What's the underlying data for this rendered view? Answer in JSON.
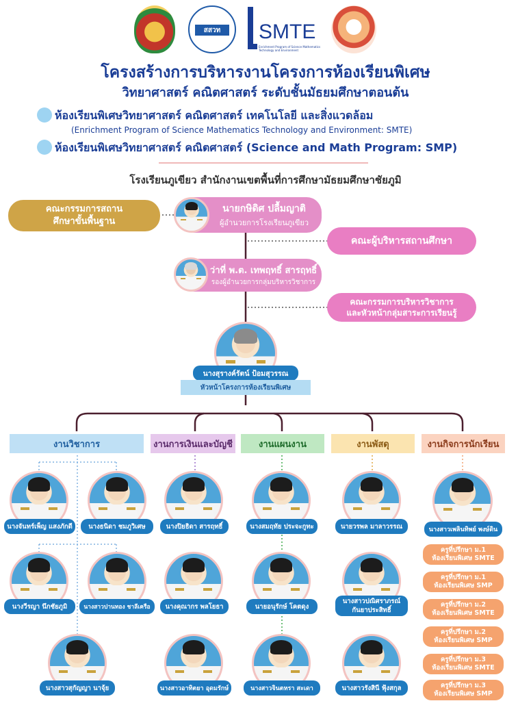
{
  "header": {
    "logos": [
      {
        "name": "obec-emblem-logo",
        "color": "#c2352a"
      },
      {
        "name": "ipst-logo",
        "color": "#1f5aa8",
        "text": "สสวท"
      },
      {
        "name": "smte-logo",
        "color": "#1a3d96",
        "text": "SMTE"
      },
      {
        "name": "school-emblem-logo",
        "color": "#d94f3b"
      }
    ],
    "smte_caption": "Enrichment Program of Science Mathematics Technology and Environment",
    "title_line1": "โครงสร้างการบริหารงานโครงการห้องเรียนพิเศษ",
    "title_line2": "วิทยาศาสตร์ คณิตศาสตร์ ระดับชั้นมัธยมศึกษาตอนต้น",
    "program1_th": "ห้องเรียนพิเศษวิทยาศาสตร์ คณิตศาสตร์ เทคโนโลยี และสิ่งแวดล้อม",
    "program1_en": "(Enrichment Program of Science Mathematics Technology and Environment: SMTE)",
    "program2_th": "ห้องเรียนพิเศษวิทยาศาสตร์ คณิตศาสตร์ (Science and Math Program: SMP)",
    "school": "โรงเรียนภูเขียว  สำนักงานเขตพื้นที่การศึกษามัธยมศึกษาชัยภูมิ"
  },
  "board": {
    "line1": "คณะกรรมการสถาน",
    "line2": "ศึกษาขั้นพื้นฐาน"
  },
  "director": {
    "name": "นายกษิดิศ ปลื้มญาติ",
    "role": "ผู้อำนวยการโรงเรียนภูเขียว"
  },
  "admin_committee": "คณะผู้บริหารสถานศึกษา",
  "deputy": {
    "name": "ว่าที่ พ.ต. เทพฤทธิ์ สารฤทธิ์",
    "role": "รองผู้อำนวยการกลุ่มบริหารวิชาการ"
  },
  "academic_committee": {
    "line1": "คณะกรรมการบริหารวิชาการ",
    "line2": "และหัวหน้ากลุ่มสาระการเรียนรู้"
  },
  "head": {
    "name": "นางสุรางค์รัตน์ ป้อมสุวรรณ",
    "role": "หัวหน้าโครงการห้องเรียนพิเศษ"
  },
  "departments": [
    {
      "label": "งานวิชาการ",
      "bg": "#bfe0f5",
      "color": "#1f5fa0"
    },
    {
      "label": "งานการเงินและบัญชี",
      "bg": "#e6c8ec",
      "color": "#5a2a6a"
    },
    {
      "label": "งานแผนงาน",
      "bg": "#bfe8c2",
      "color": "#1d6b2a"
    },
    {
      "label": "งานพัสดุ",
      "bg": "#fbe4b0",
      "color": "#8a5a14"
    },
    {
      "label": "งานกิจการนักเรียน",
      "bg": "#fbd3c0",
      "color": "#8a3a1a"
    }
  ],
  "staff": {
    "academic": [
      "นางจันทร์เพ็ญ แสงภักดี",
      "นางธนิดา ชมภูวิเศษ",
      "นางวีรญา นึกชัยภูมิ",
      "นางสาวปานทอง ชาลีเครือ",
      "นางสาวสุกัญญา นาจุ้ย"
    ],
    "finance": [
      "นางปิยธิดา สารฤทธิ์",
      "นางคุณากร พลโยธา",
      "นางสาวอาทิตยา อุดมรักษ์"
    ],
    "planning": [
      "นางสมฤทัย ประจะกูทะ",
      "นายอนุรักษ์ โคตดุง",
      "นางสาวจินตหรา สะเดา"
    ],
    "supply": [
      {
        "line1": "นายวรพล มาลาวรรณ"
      },
      {
        "line1": "นางสาวปณิศราภรณ์",
        "line2": "กันยาประสิทธิ์"
      },
      {
        "line1": "นางสาวรังสินี ฟุ้งสกุล"
      }
    ],
    "student_affairs": [
      "นางสาวเพลินทิพย์ พงษ์ดิน"
    ]
  },
  "advisors": [
    {
      "line1": "ครูที่ปรึกษา ม.1",
      "line2": "ห้องเรียนพิเศษ SMTE"
    },
    {
      "line1": "ครูที่ปรึกษา ม.1",
      "line2": "ห้องเรียนพิเศษ SMP"
    },
    {
      "line1": "ครูที่ปรึกษา ม.2",
      "line2": "ห้องเรียนพิเศษ SMTE"
    },
    {
      "line1": "ครูที่ปรึกษา ม.2",
      "line2": "ห้องเรียนพิเศษ SMP"
    },
    {
      "line1": "ครูที่ปรึกษา ม.3",
      "line2": "ห้องเรียนพิเศษ SMTE"
    },
    {
      "line1": "ครูที่ปรึกษา ม.3",
      "line2": "ห้องเรียนพิเศษ SMP"
    }
  ]
}
